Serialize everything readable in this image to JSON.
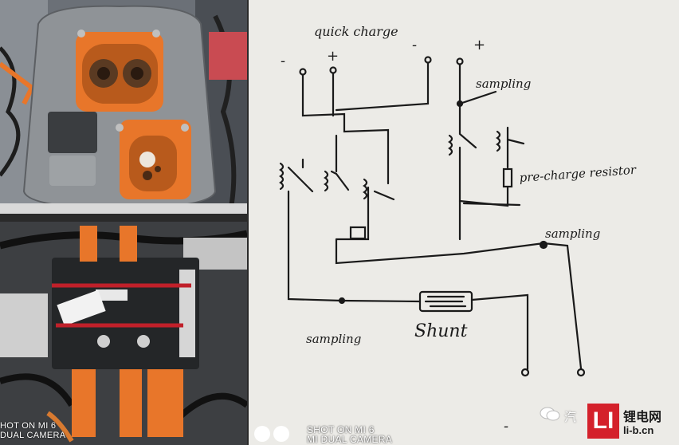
{
  "photo_left_watermark": {
    "line1": "HOT ON MI 6",
    "line2": "DUAL CAMERA"
  },
  "sketch_watermark": {
    "line1": "SHOT ON MI 6",
    "line2": "MI DUAL CAMERA"
  },
  "sketch_labels": {
    "quick_charge": "quick charge",
    "sampling_top": "sampling",
    "precharge": "pre-charge resistor",
    "sampling_mid": "sampling",
    "sampling_bottom": "sampling",
    "shunt": "Shunt",
    "minus_left": "-",
    "plus_left": "+",
    "minus_mid": "-",
    "plus_right": "+",
    "minus_bottom": "-"
  },
  "brand": {
    "logo_letters": "LI",
    "name": "锂电网",
    "url": "li-b.cn",
    "prefix": "汽"
  },
  "colors": {
    "connector": "#e8762a",
    "paper": "#ecebe7",
    "ink": "#1a1a1a",
    "brand_red": "#d4212b"
  }
}
